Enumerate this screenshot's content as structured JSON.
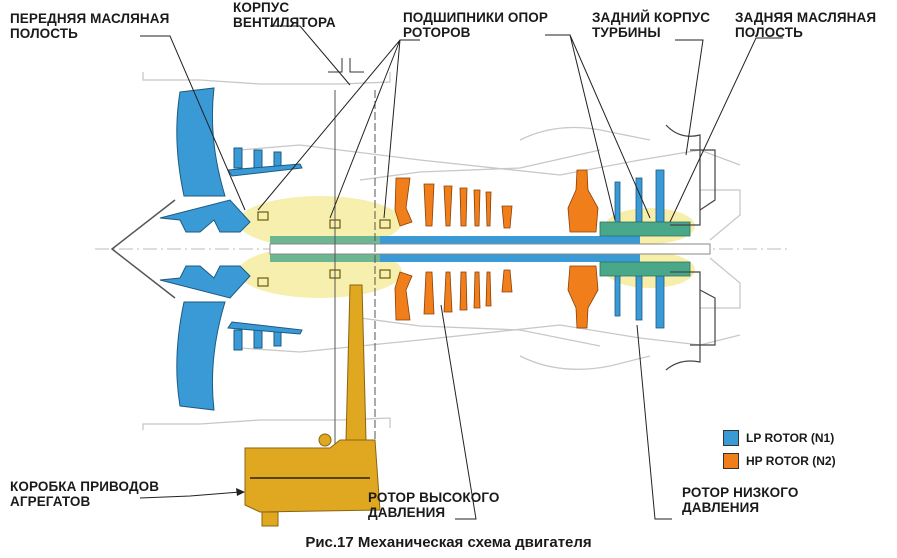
{
  "colors": {
    "lp_rotor": "#3a9ad6",
    "hp_rotor": "#f07e1a",
    "gearbox": "#e0a820",
    "oil_cavity": "#f5eca0",
    "outline": "#c8c8c8",
    "shaft_green": "#4aa88a"
  },
  "labels": {
    "front_oil_cavity": "ПЕРЕДНЯЯ МАСЛЯНАЯ\nПОЛОСТЬ",
    "fan_case": "КОРПУС\nВЕНТИЛЯТОРА",
    "rotor_bearings": "ПОДШИПНИКИ ОПОР\nРОТОРОВ",
    "turbine_rear_frame": "ЗАДНИЙ КОРПУС\nТУРБИНЫ",
    "rear_oil_cavity": "ЗАДНЯЯ МАСЛЯНАЯ\nПОЛОСТЬ",
    "accessory_gearbox": "КОРОБКА ПРИВОДОВ\nАГРЕГАТОВ",
    "hp_rotor": "РОТОР ВЫСОКОГО\nДАВЛЕНИЯ",
    "lp_rotor": "РОТОР НИЗКОГО\nДАВЛЕНИЯ"
  },
  "legend": [
    {
      "label": "LP ROTOR  (N1)",
      "color": "#3a9ad6"
    },
    {
      "label": "HP ROTOR (N2)",
      "color": "#f07e1a"
    }
  ],
  "caption": "Рис.17 Механическая схема двигателя"
}
